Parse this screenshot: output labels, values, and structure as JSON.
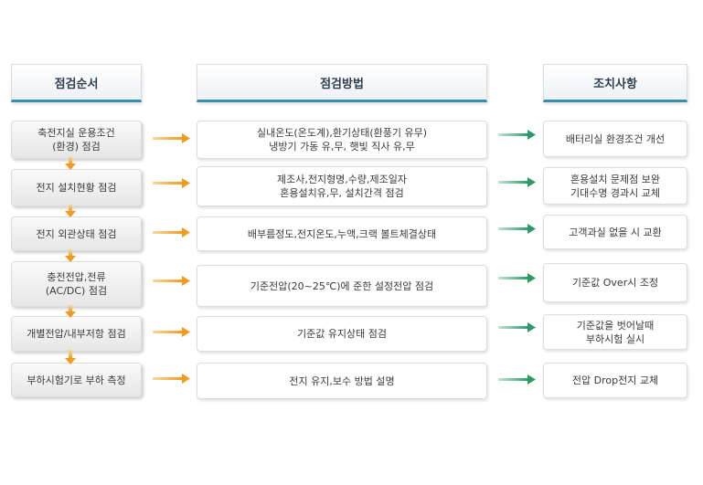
{
  "headers": {
    "col1": "점검순서",
    "col2": "점검방법",
    "col3": "조치사항"
  },
  "rows": [
    {
      "step": "축전지실 운용조건\n(환경) 점검",
      "method": "실내온도(온도계),환기상태(환풍기 유무)\n냉방기 가동 유,무, 햇빛 직사 유,무",
      "action": "배터리실 환경조건 개선"
    },
    {
      "step": "전지 설치현황 점검",
      "method": "제조사,전지형명,수량,제조일자\n혼용설치유,무, 설치간격 점검",
      "action": "혼용설치  문제점 보완\n기대수명 경과시 교체"
    },
    {
      "step": "전지 외관상태 점검",
      "method": "배부름정도,전지온도,누액,크랙 볼트체결상태",
      "action": "고객과실 없을 시 교환"
    },
    {
      "step": "충전전압,전류\n(AC/DC) 점검",
      "method": "기준전압(20~25℃)에 준한 설정전압 점검",
      "action": "기준값 Over시 조정"
    },
    {
      "step": "개별전압/내부저항 점검",
      "method": "기준값 유지상태 점검",
      "action": "기준값을 벗어날때\n부하시험 실시"
    },
    {
      "step": "부하시험기로 부하  측정",
      "method": "전지 유지,보수 방법 설명",
      "action": "전압 Drop전지 교체"
    }
  ],
  "colors": {
    "orange_arrow": "#f39a1e",
    "green_arrow": "#2e9a6a",
    "header_underline": "#3a8fa8"
  }
}
